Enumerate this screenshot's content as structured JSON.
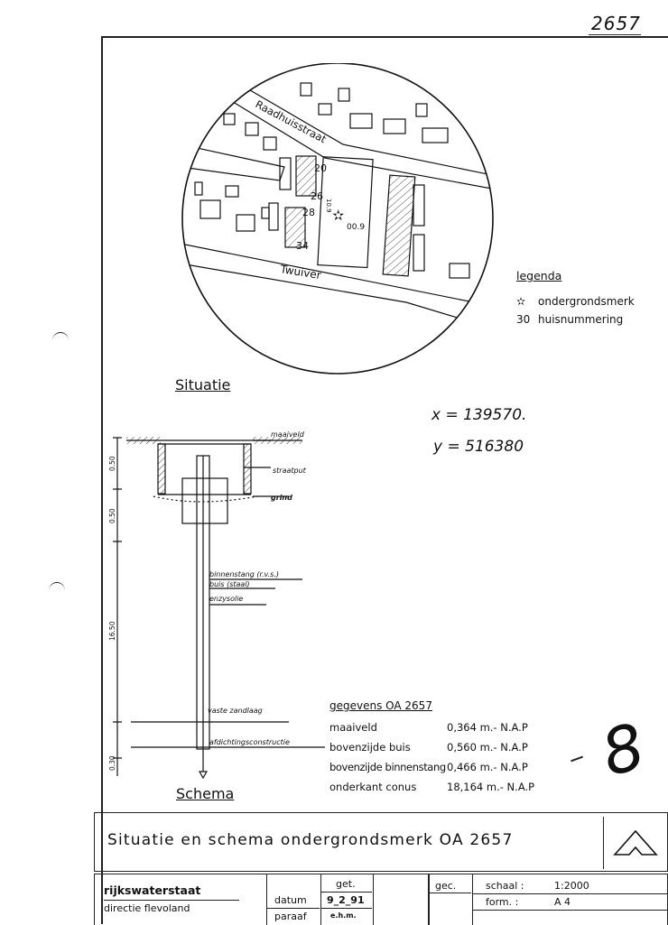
{
  "sheet_number": "2657",
  "map": {
    "street_top": "Raadhuisstraat",
    "street_bottom": "Twuiver",
    "house_numbers": [
      "20",
      "26",
      "28",
      "34"
    ],
    "marker_label": "00.9",
    "marker_small": "10.9"
  },
  "legend": {
    "title": "legenda",
    "items": [
      {
        "symbol": "✫",
        "text": "ondergrondsmerk"
      },
      {
        "symbol": "30",
        "text": "huisnummering"
      }
    ]
  },
  "situatie_label": "Situatie",
  "coordinates": {
    "x": "x = 139570.",
    "y": "y = 516380"
  },
  "schema": {
    "label": "Schema",
    "labels": {
      "maaiveld": "maaiveld",
      "straatput": "straatput",
      "grind": "grind",
      "binnenstang": "binnenstang (r.v.s.)",
      "buis": "buis (staal)",
      "enzysolie": "enzysolie",
      "vaste_zandlaag": "vaste zandlaag",
      "afdichting": "afdichtingsconstructie"
    },
    "dims": [
      "0.50",
      "0.50",
      "16.50",
      "0.30"
    ]
  },
  "gegevens": {
    "title": "gegevens OA 2657",
    "rows": [
      {
        "label": "maaiveld",
        "value": "0,364 m.- N.A.P"
      },
      {
        "label": "bovenzijde buis",
        "value": "0,560 m.- N.A.P"
      },
      {
        "label": "bovenzijde binnenstang",
        "value": "0,466 m.- N.A.P"
      },
      {
        "label": "onderkant conus",
        "value": "18,164 m.- N.A.P"
      }
    ]
  },
  "handwritten_mark": "8",
  "title_block": {
    "title": "Situatie en schema ondergrondsmerk OA 2657",
    "org": "rijkswaterstaat",
    "dept": "directie flevoland",
    "datum_label": "datum",
    "paraaf_label": "paraaf",
    "get_label": "get.",
    "datum_value": "9_2_91",
    "get_value": "e.h.m.",
    "gec_label": "gec.",
    "schaal_label": "schaal :",
    "schaal_value": "1:2000",
    "form_label": "form.   :",
    "form_value": "A 4"
  }
}
